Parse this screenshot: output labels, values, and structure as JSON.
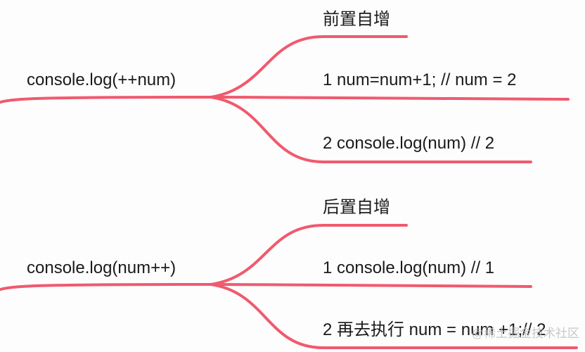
{
  "colors": {
    "branch": "#f05a6e",
    "text": "#1a1a1a",
    "background": "#fdfdfd"
  },
  "groups": [
    {
      "root": "console.log(++num)",
      "branches": [
        "前置自增",
        "1 num=num+1; //  num = 2",
        "2 console.log(num) // 2"
      ]
    },
    {
      "root": "console.log(num++)",
      "branches": [
        "后置自增",
        "1 console.log(num) // 1",
        "2 再去执行 num = num +1;// 2"
      ]
    }
  ],
  "watermark": "@稀土掘金技术社区"
}
